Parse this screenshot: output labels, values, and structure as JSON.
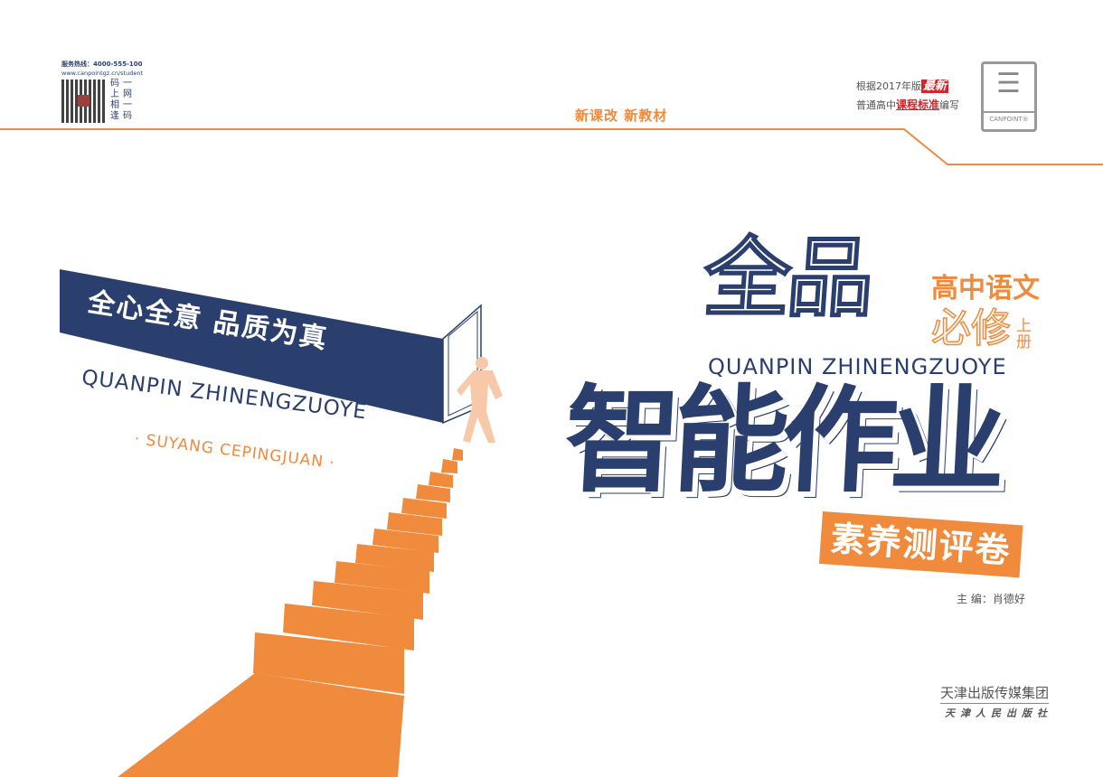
{
  "header": {
    "hotline": "服务热线：4000-555-100",
    "url": "www.canpointgz.cn/student",
    "qr_caption_col1": "码上相逢",
    "qr_caption_col2": "一网一码",
    "slogan": "新课改  新教材",
    "standard_line1_prefix": "根据2017年版",
    "standard_line1_badge": "最新",
    "standard_line2_prefix": "普通高中",
    "standard_line2_highlight": "课程标准",
    "standard_line2_suffix": "编写",
    "logo_text": "CANPOINT®"
  },
  "left": {
    "banner": "全心全意  品质为真",
    "english": "QUANPIN ZHINENGZUOYE",
    "sub": "· SUYANG CEPINGJUAN ·"
  },
  "title": {
    "brand": "全品",
    "subject": "高中语文",
    "module": "必修",
    "volume": "上册",
    "english": "QUANPIN ZHINENGZUOYE",
    "main": "智能作业",
    "series": "素养测评卷"
  },
  "editor": "主  编：肖德好",
  "publisher": {
    "group": "天津出版传媒集团",
    "house": "天津人民出版社"
  },
  "colors": {
    "navy": "#2b3f6e",
    "orange": "#f08a3c",
    "red": "#d4242a"
  }
}
